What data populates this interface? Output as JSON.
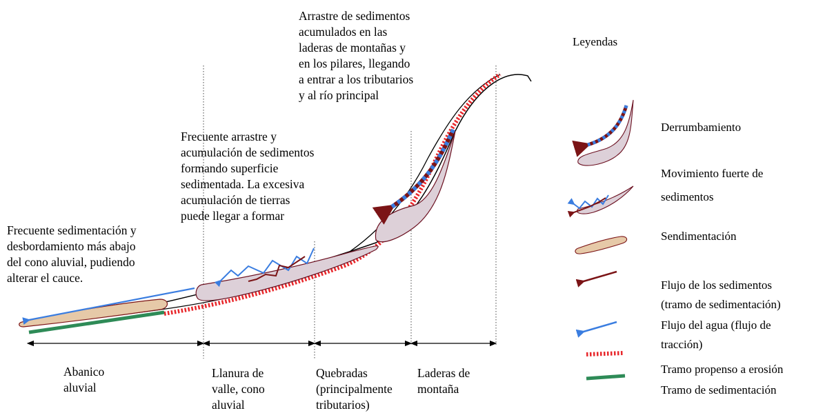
{
  "annotations": {
    "top": "Arrastre de sedimentos\nacumulados en las\nladeras de montañas y\nen los pilares, llegando\na entrar a los tributarios\ny al río principal",
    "middle": "Frecuente arrastre y\nacumulación de sedimentos\nformando superficie\nsedimentada. La excesiva\nacumulación de tierras\npuede llegar a formar",
    "left": "Frecuente sedimentación y\ndesbordamiento más abajo\ndel cono aluvial, pudiendo\nalterar el cauce."
  },
  "zones": [
    "Abanico\naluvial",
    "Llanura de\nvalle,       cono\naluvial",
    "Quebradas\n(principalmente\ntributarios)",
    "Laderas de\nmontaña"
  ],
  "legend": {
    "title": "Leyendas",
    "items": [
      {
        "label": "Derrumbamiento"
      },
      {
        "label": "Movimiento fuerte de\nsedimentos"
      },
      {
        "label": "Sendimentación"
      },
      {
        "label": "Flujo de los sedimentos\n(tramo de sedimentación)"
      },
      {
        "label": "Flujo del agua (flujo de\ntracción)"
      },
      {
        "label": "Tramo propenso a erosión"
      },
      {
        "label": "Tramo de sedimentación"
      }
    ]
  },
  "colors": {
    "sediment_flow": "#7b1416",
    "water_flow": "#3a7de0",
    "erosion": "#e8272b",
    "deposition": "#2e8b57",
    "deposit_fill": "#e6c9a8",
    "landslide_fill": "#ddd0d8",
    "outline": "#6b1020"
  }
}
